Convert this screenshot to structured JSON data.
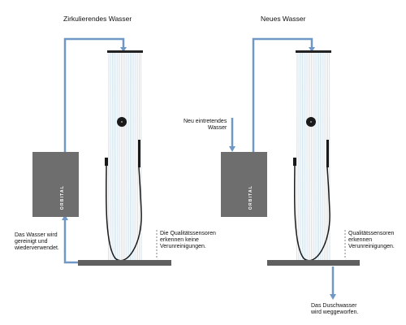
{
  "colors": {
    "pipe": "#6f98c6",
    "unit": "#6e6e6e",
    "tray": "#5f5f5f",
    "rain": "#cfe0ea",
    "text": "#111111"
  },
  "left_panel": {
    "title": "Zirkulierendes Wasser",
    "unit_logo": "ORBITAL",
    "note_recycle": "Das Wasser wird\ngereinigt und\nwiederverwendet.",
    "note_sensors": "Die Qualitätssensoren\nerkennen keine\nVerunreinigungen."
  },
  "right_panel": {
    "title": "Neues Wasser",
    "unit_logo": "ORBITAL",
    "note_inflow": "Neu eintretendes\nWasser",
    "note_sensors": "Qualitätssensoren\nerkennen\nVerunreinigungen.",
    "note_drain": "Das Duschwasser\nwird weggeworfen."
  }
}
